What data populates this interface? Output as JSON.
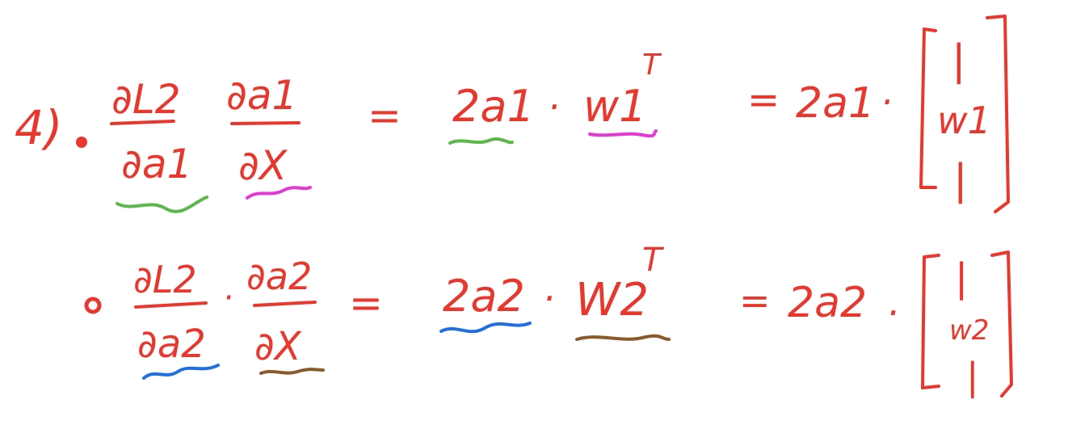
{
  "colors": {
    "ink": "#e8382d",
    "green": "#5cb84a",
    "magenta": "#e33ad6",
    "blue": "#1f6fe0",
    "brown": "#8a5a2b"
  },
  "line1": {
    "number": "4)",
    "frac1_num": "∂L2",
    "frac1_den": "∂a1",
    "frac2_num": "∂a1",
    "frac2_den": "∂X",
    "equals": "=",
    "term_a": "2a1",
    "dot": "·",
    "term_w": "w1",
    "transpose": "T",
    "equals2": "=",
    "result": "2a1",
    "dot2": "·",
    "matrix_top": "|",
    "matrix_mid": "w1",
    "matrix_bot": "|"
  },
  "line2": {
    "frac1_num": "∂L2",
    "frac1_den": "∂a2",
    "frac_dot": "·",
    "frac2_num": "∂a2",
    "frac2_den": "∂X",
    "equals": "=",
    "term_a": "2a2",
    "dot": "·",
    "term_w": "W2",
    "transpose": "T",
    "equals2": "=",
    "result": "2a2",
    "dot2": ".",
    "matrix_top": "|",
    "matrix_mid": "w2",
    "matrix_bot": "|"
  }
}
